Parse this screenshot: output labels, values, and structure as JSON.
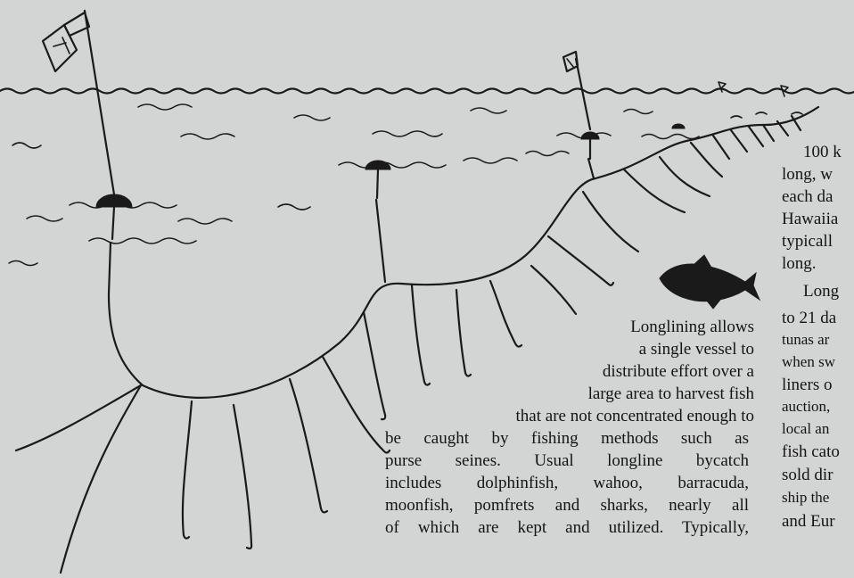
{
  "caption": {
    "lines": [
      "Longlining allows",
      "a single vessel to",
      "distribute effort over a",
      "large area to harvest fish",
      "that are not concentrated enough to",
      "be caught by fishing methods such as",
      "purse seines. Usual longline bycatch",
      "includes dolphinfish, wahoo, barracuda,",
      "moonfish, pomfrets and sharks, nearly all",
      "of which are kept and utilized. Typically,"
    ]
  },
  "side_column": {
    "lines": [
      "100 k",
      "long, w",
      "each da",
      "Hawaiia",
      "typicall",
      "long.",
      "Long",
      "to 21 da",
      "tunas ar",
      "when sw",
      "liners o",
      "auction,",
      "local an",
      "fish cato",
      "sold dir",
      "ship the",
      "and Eur"
    ]
  }
}
